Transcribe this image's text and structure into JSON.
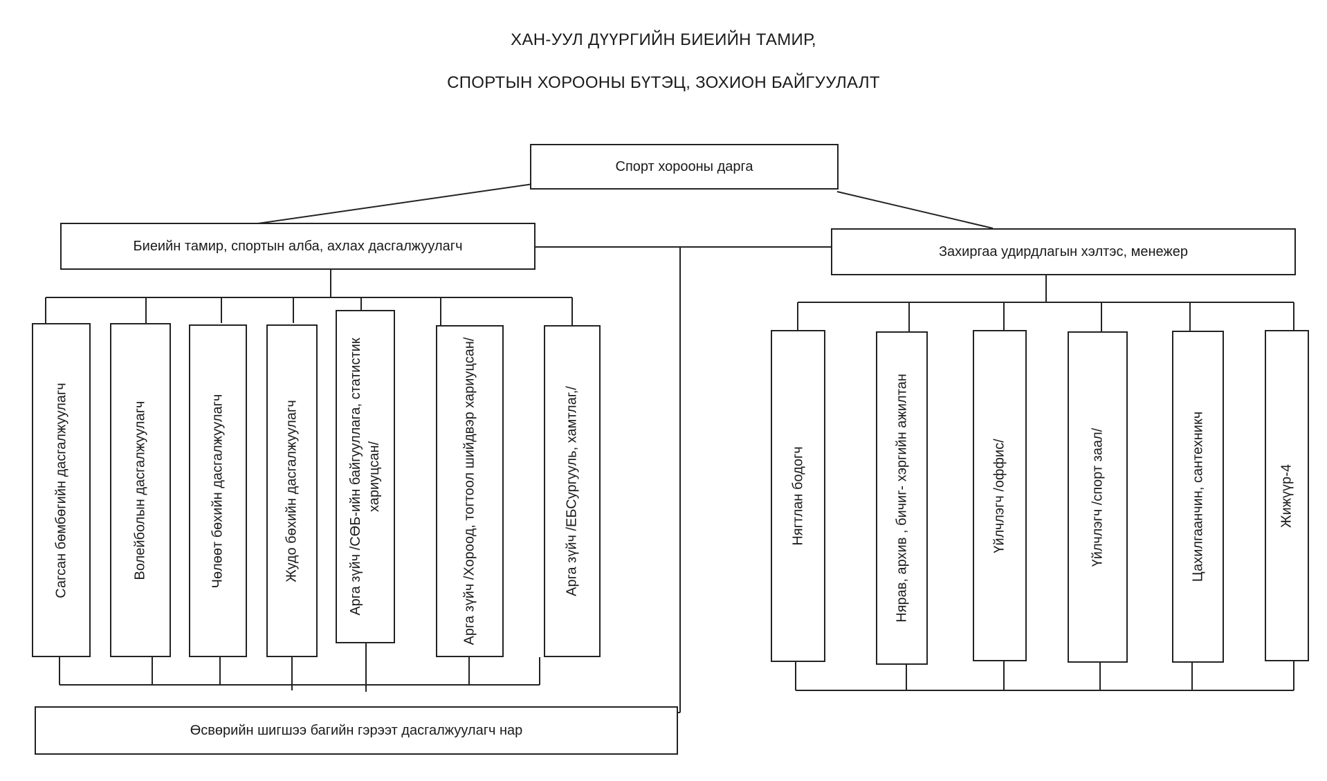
{
  "title": {
    "line1": "ХАН-УУЛ ДҮҮРГИЙН БИЕИЙН ТАМИР,",
    "line2": "СПОРТЫН ХОРООНЫ БҮТЭЦ, ЗОХИОН БАЙГУУЛАЛТ"
  },
  "head": {
    "label": "Спорт хорооны дарга"
  },
  "left_manager": {
    "label": "Биеийн тамир, спортын алба, ахлах дасгалжуулагч"
  },
  "right_manager": {
    "label": "Захиргаа удирдлагын хэлтэс, менежер"
  },
  "left_units": [
    {
      "label": "Сагсан бөмбөгийн дасгалжуулагч"
    },
    {
      "label": "Волейболын дасгалжуулагч"
    },
    {
      "label": "Чөлөөт бөхийн дасгалжуулагч"
    },
    {
      "label": "Жудо бөхийн дасгалжуулагч"
    },
    {
      "label": "Арга зүйч /СӨБ-ийн байгууллага, статистик хариуцсан/"
    },
    {
      "label": "Арга зүйч /Хороод, тогтоол шийдвэр хариуцсан/"
    },
    {
      "label": "Арга зүйч /ЕБСургууль, хамтлаг,/"
    }
  ],
  "right_units": [
    {
      "label": "Нягтлан бодогч"
    },
    {
      "label": "Нярав, архив , бичиг- хэргийн ажилтан"
    },
    {
      "label": "Үйлчлэгч /оффис/"
    },
    {
      "label": "Үйлчлэгч /спорт заал/"
    },
    {
      "label": "Цахилгаанчин, сантехникч"
    },
    {
      "label": "Жижүүр-4"
    }
  ],
  "bottom_box": {
    "label": "Өсвөрийн шигшээ багийн гэрээт дасгалжуулагч нар"
  }
}
